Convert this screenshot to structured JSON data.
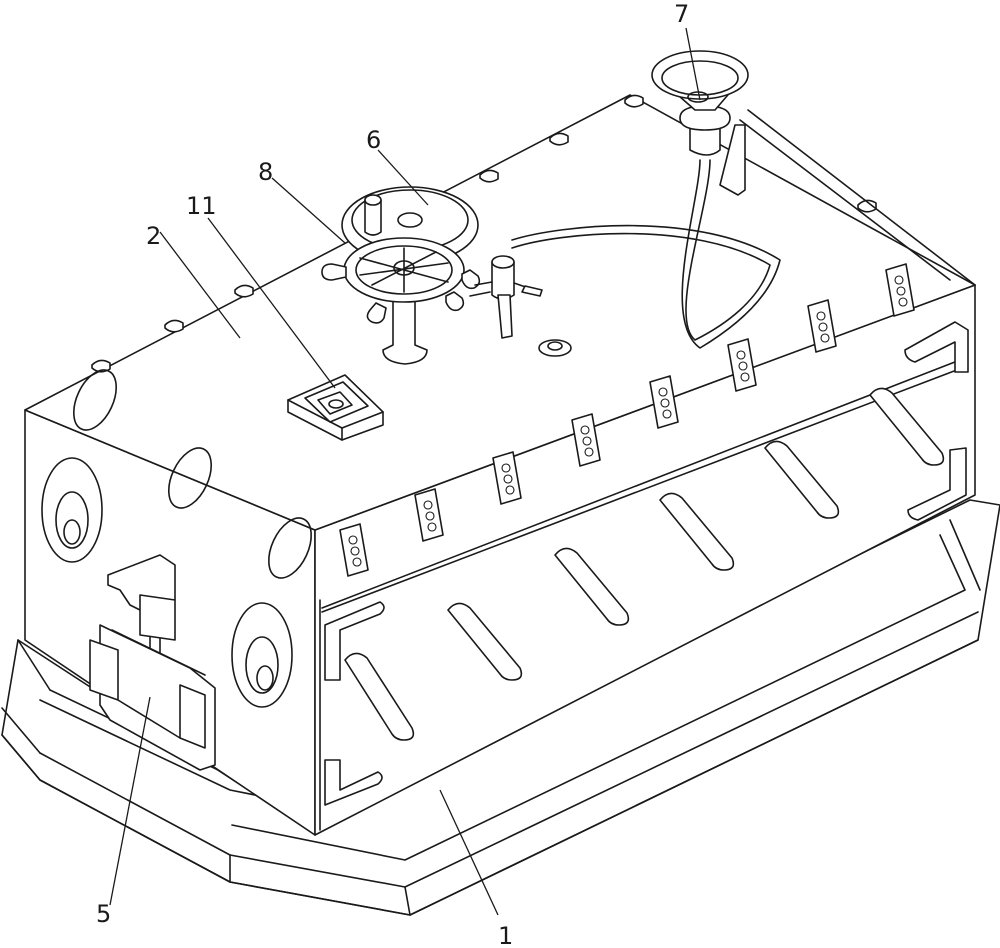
{
  "callouts": [
    {
      "id": "1",
      "text": "1"
    },
    {
      "id": "2",
      "text": "2"
    },
    {
      "id": "5",
      "text": "5"
    },
    {
      "id": "6",
      "text": "6"
    },
    {
      "id": "7",
      "text": "7"
    },
    {
      "id": "8",
      "text": "8"
    },
    {
      "id": "11",
      "text": "11"
    }
  ],
  "colors": {
    "line": "#1a1a1a",
    "fill": "#ffffff"
  }
}
